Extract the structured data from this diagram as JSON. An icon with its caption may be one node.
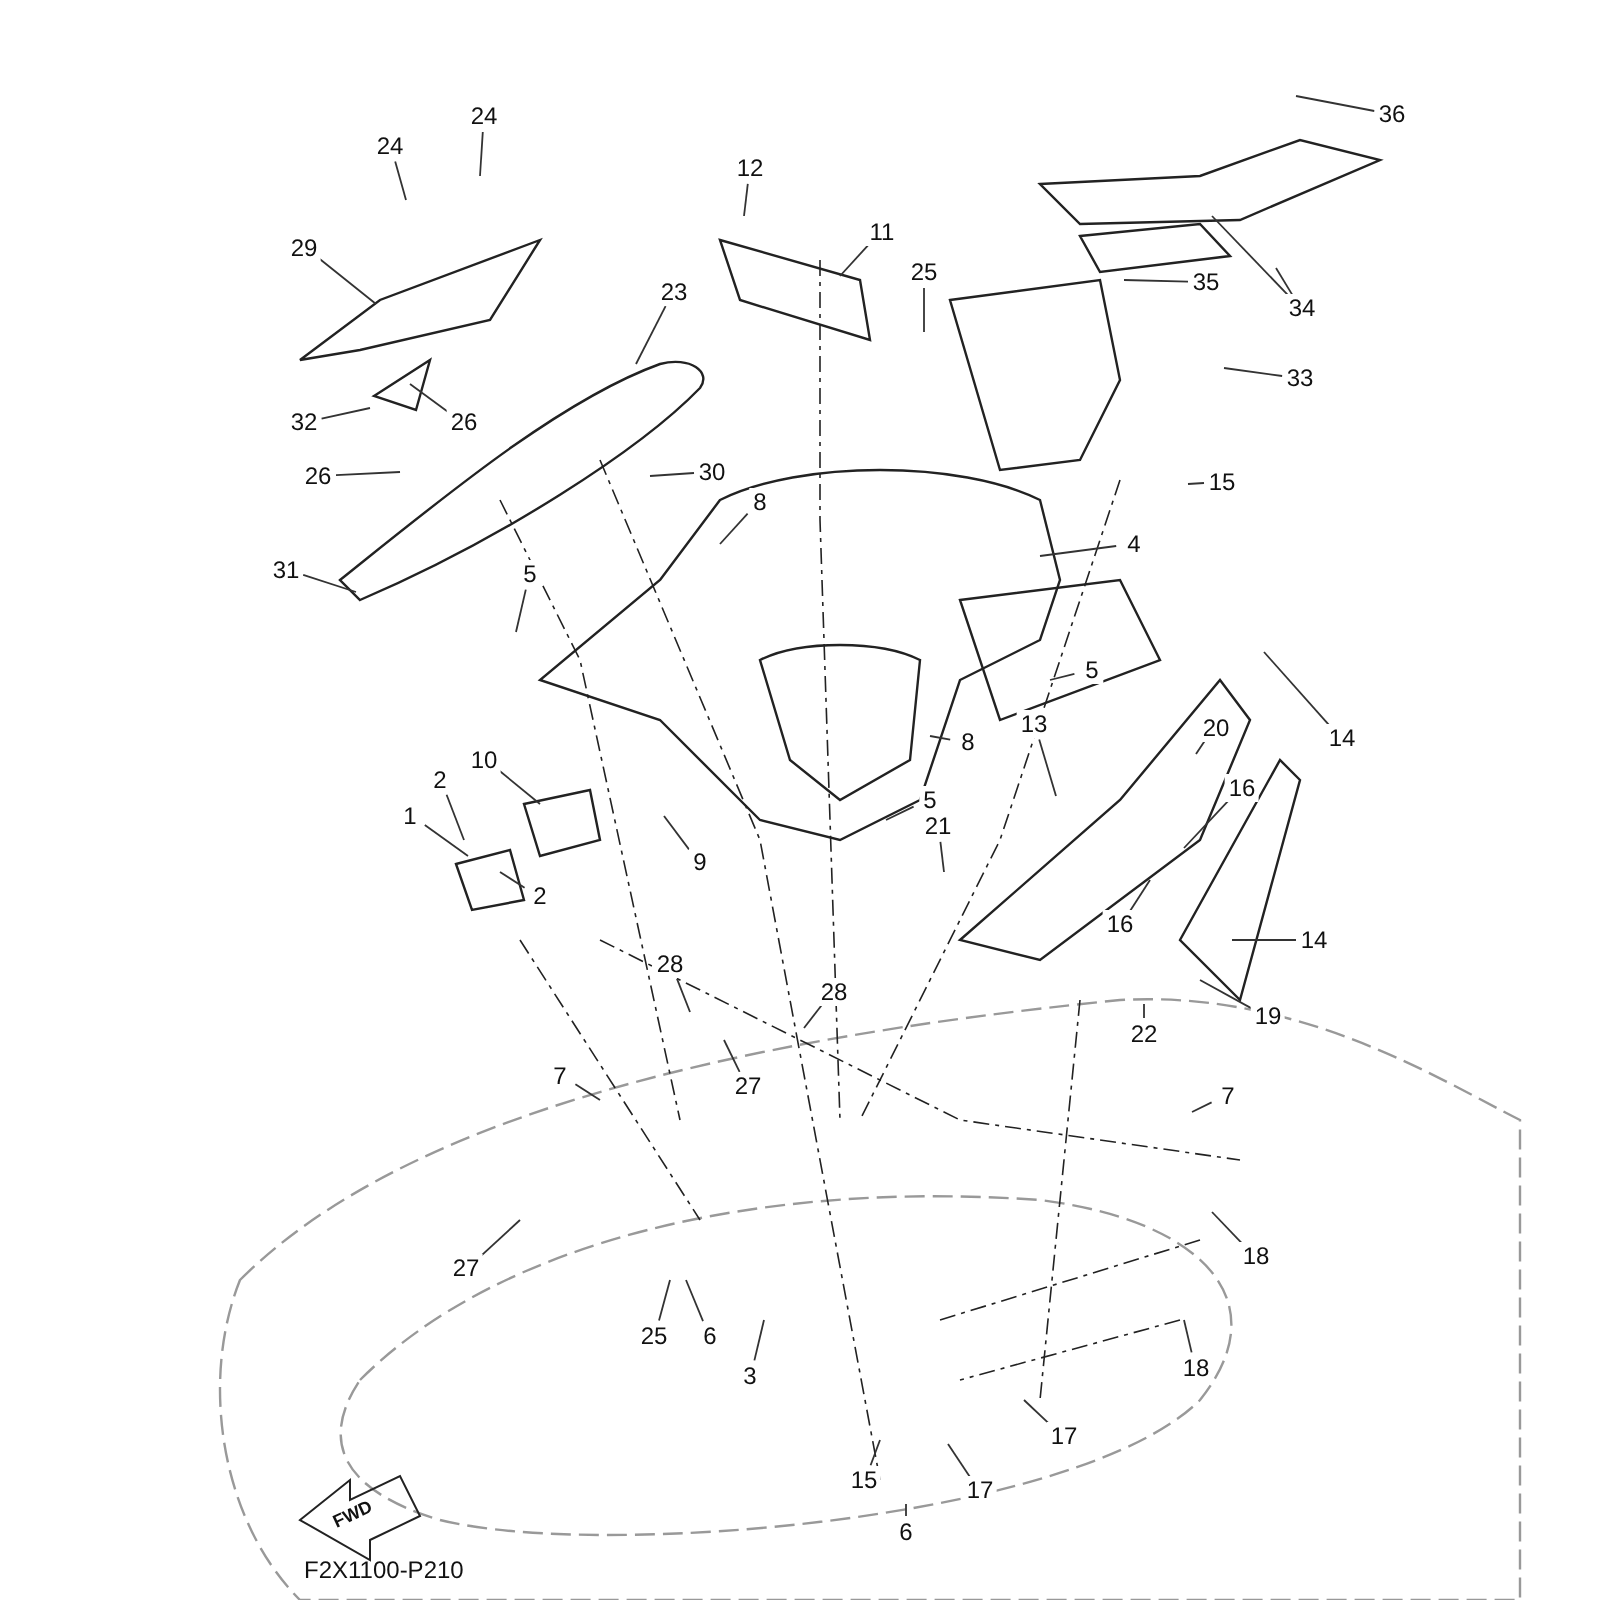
{
  "diagram": {
    "nodes": [
      {
        "text": [
          "36"
        ]
      },
      {
        "text": [
          "24"
        ]
      },
      {
        "text": [
          "24"
        ]
      },
      {
        "text": [
          "12"
        ]
      },
      {
        "text": [
          "11"
        ]
      },
      {
        "text": [
          "29"
        ]
      },
      {
        "text": [
          "23"
        ]
      },
      {
        "text": [
          "25"
        ]
      },
      {
        "text": [
          "35"
        ]
      },
      {
        "text": [
          "34"
        ]
      },
      {
        "text": [
          "33"
        ]
      },
      {
        "text": [
          "32"
        ]
      },
      {
        "text": [
          "26"
        ]
      },
      {
        "text": [
          "26"
        ]
      },
      {
        "text": [
          "30"
        ]
      },
      {
        "text": [
          "8"
        ]
      },
      {
        "text": [
          "15"
        ]
      },
      {
        "text": [
          "4"
        ]
      },
      {
        "text": [
          "31"
        ]
      },
      {
        "text": [
          "5"
        ]
      },
      {
        "text": [
          "5"
        ]
      },
      {
        "text": [
          "13"
        ]
      },
      {
        "text": [
          "20"
        ]
      },
      {
        "text": [
          "14"
        ]
      },
      {
        "text": [
          "10"
        ]
      },
      {
        "text": [
          "8"
        ]
      },
      {
        "text": [
          "1"
        ]
      },
      {
        "text": [
          "2"
        ]
      },
      {
        "text": [
          "9"
        ]
      },
      {
        "text": [
          "5"
        ]
      },
      {
        "text": [
          "21"
        ]
      },
      {
        "text": [
          "16"
        ]
      },
      {
        "text": [
          "16"
        ]
      },
      {
        "text": [
          "2"
        ]
      },
      {
        "text": [
          "14"
        ]
      },
      {
        "text": [
          "22"
        ]
      },
      {
        "text": [
          "19"
        ]
      },
      {
        "text": [
          "28"
        ]
      },
      {
        "text": [
          "28"
        ]
      },
      {
        "text": [
          "27"
        ]
      },
      {
        "text": [
          "7"
        ]
      },
      {
        "text": [
          "7"
        ]
      },
      {
        "text": [
          "27"
        ]
      },
      {
        "text": [
          "18"
        ]
      },
      {
        "text": [
          "25"
        ]
      },
      {
        "text": [
          "6"
        ]
      },
      {
        "text": [
          "3"
        ]
      },
      {
        "text": [
          "18"
        ]
      },
      {
        "text": [
          "17"
        ]
      },
      {
        "text": [
          "15"
        ]
      },
      {
        "text": [
          "17"
        ]
      },
      {
        "text": [
          "6"
        ]
      }
    ],
    "edges": [
      {
        "from": 0,
        "to": null,
        "arrow": "none"
      },
      {
        "from": 1,
        "to": null,
        "arrow": "none"
      },
      {
        "from": 2,
        "to": null,
        "arrow": "none"
      },
      {
        "from": 3,
        "to": null,
        "arrow": "none"
      },
      {
        "from": 4,
        "to": null,
        "arrow": "none"
      },
      {
        "from": 5,
        "to": null,
        "arrow": "none"
      },
      {
        "from": 6,
        "to": null,
        "arrow": "none"
      },
      {
        "from": 7,
        "to": null,
        "arrow": "none"
      },
      {
        "from": 8,
        "to": null,
        "arrow": "none"
      },
      {
        "from": 9,
        "to": null,
        "arrow": "none"
      },
      {
        "from": 9,
        "to": null,
        "arrow": "none"
      },
      {
        "from": 10,
        "to": null,
        "arrow": "none"
      },
      {
        "from": 11,
        "to": null,
        "arrow": "none"
      },
      {
        "from": 12,
        "to": null,
        "arrow": "none"
      },
      {
        "from": 13,
        "to": null,
        "arrow": "none"
      },
      {
        "from": 14,
        "to": null,
        "arrow": "none"
      },
      {
        "from": 15,
        "to": null,
        "arrow": "none"
      },
      {
        "from": 16,
        "to": null,
        "arrow": "none"
      },
      {
        "from": 17,
        "to": null,
        "arrow": "none"
      },
      {
        "from": 18,
        "to": null,
        "arrow": "none"
      },
      {
        "from": 19,
        "to": null,
        "arrow": "none"
      },
      {
        "from": 20,
        "to": null,
        "arrow": "none"
      },
      {
        "from": 21,
        "to": null,
        "arrow": "none"
      },
      {
        "from": 22,
        "to": null,
        "arrow": "none"
      },
      {
        "from": 23,
        "to": null,
        "arrow": "none"
      },
      {
        "from": 24,
        "to": null,
        "arrow": "none"
      },
      {
        "from": 25,
        "to": null,
        "arrow": "none"
      },
      {
        "from": 26,
        "to": null,
        "arrow": "none"
      },
      {
        "from": 27,
        "to": null,
        "arrow": "none"
      },
      {
        "from": 28,
        "to": null,
        "arrow": "none"
      },
      {
        "from": 29,
        "to": null,
        "arrow": "none"
      },
      {
        "from": 30,
        "to": null,
        "arrow": "none"
      },
      {
        "from": 31,
        "to": null,
        "arrow": "none"
      },
      {
        "from": 32,
        "to": null,
        "arrow": "none"
      },
      {
        "from": 33,
        "to": null,
        "arrow": "none"
      },
      {
        "from": 34,
        "to": null,
        "arrow": "none"
      },
      {
        "from": 35,
        "to": null,
        "arrow": "none"
      },
      {
        "from": 36,
        "to": null,
        "arrow": "none"
      },
      {
        "from": 37,
        "to": null,
        "arrow": "none"
      },
      {
        "from": 38,
        "to": null,
        "arrow": "none"
      },
      {
        "from": 39,
        "to": null,
        "arrow": "none"
      },
      {
        "from": 40,
        "to": null,
        "arrow": "none"
      },
      {
        "from": 41,
        "to": null,
        "arrow": "none"
      },
      {
        "from": 42,
        "to": null,
        "arrow": "none"
      },
      {
        "from": 43,
        "to": null,
        "arrow": "none"
      },
      {
        "from": 44,
        "to": null,
        "arrow": "none"
      },
      {
        "from": 45,
        "to": null,
        "arrow": "none"
      },
      {
        "from": 46,
        "to": null,
        "arrow": "none"
      },
      {
        "from": 47,
        "to": null,
        "arrow": "none"
      },
      {
        "from": 48,
        "to": null,
        "arrow": "none"
      },
      {
        "from": 49,
        "to": null,
        "arrow": "none"
      },
      {
        "from": 50,
        "to": null,
        "arrow": "none"
      },
      {
        "from": 51,
        "to": null,
        "arrow": "none"
      }
    ],
    "labels": [
      "FWD",
      "F2X1100-P210"
    ]
  }
}
